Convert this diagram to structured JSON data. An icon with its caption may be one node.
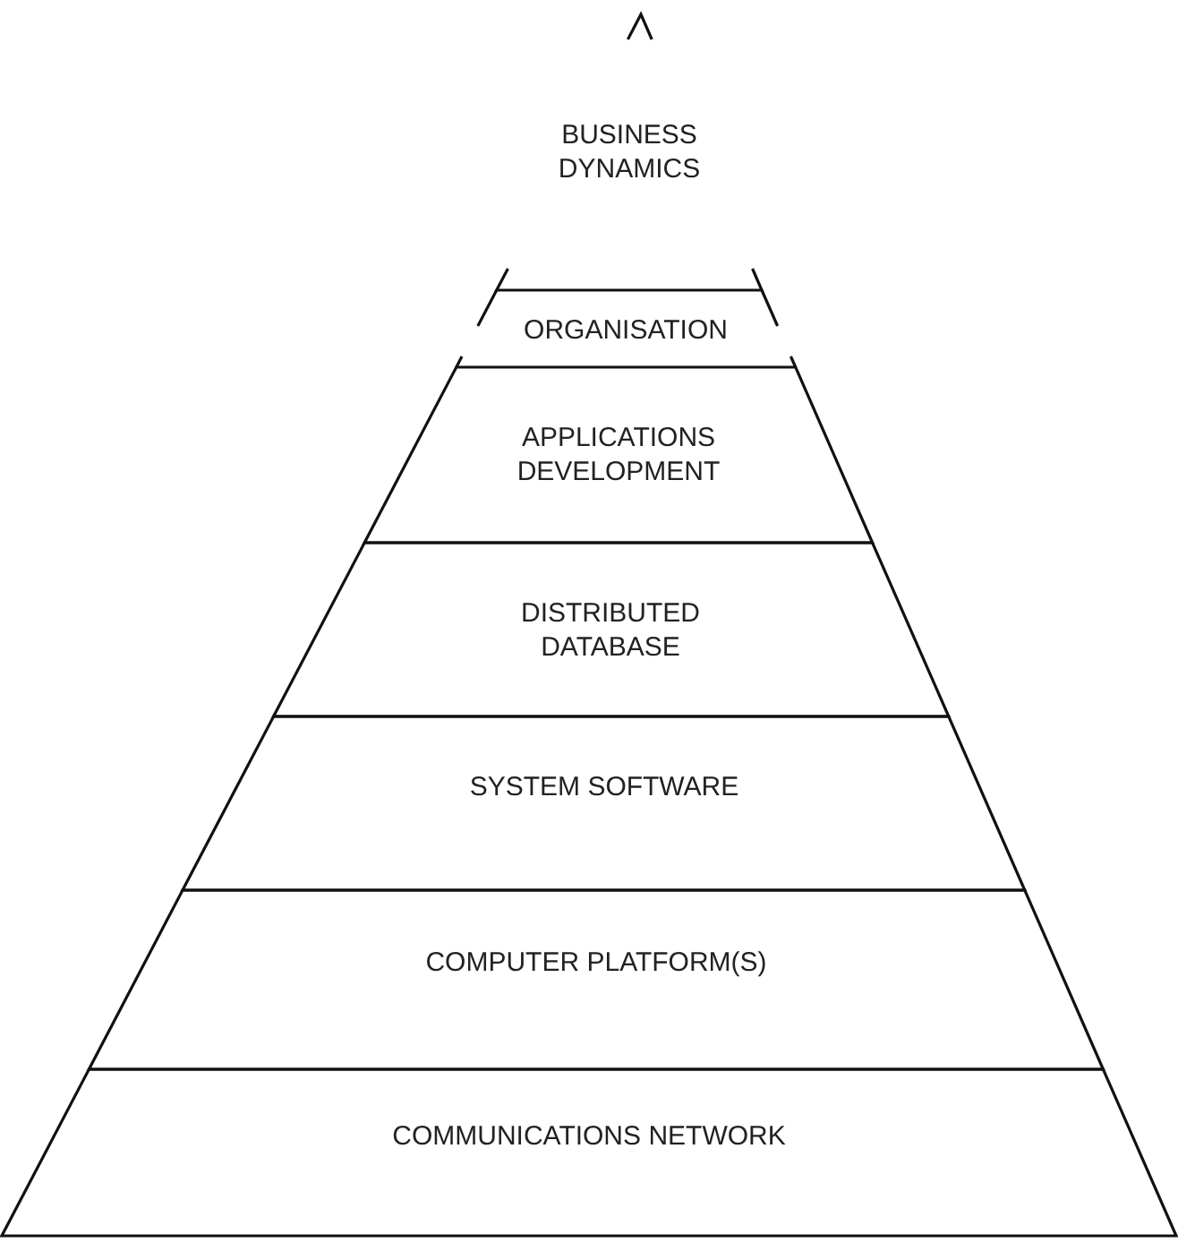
{
  "diagram": {
    "nodes": [
      {
        "text": [
          "BUSINESS DYNAMICS"
        ]
      },
      {
        "text": [
          "ORGANISATION"
        ]
      },
      {
        "text": [
          "APPLICATIONS DEVELOPMENT"
        ]
      },
      {
        "text": [
          "DISTRIBUTED DATABASE"
        ]
      },
      {
        "text": [
          "SYSTEM SOFTWARE"
        ]
      },
      {
        "text": [
          "COMPUTER PLATFORM(S)"
        ]
      },
      {
        "text": [
          "COMMUNICATIONS NETWORK"
        ]
      }
    ]
  }
}
